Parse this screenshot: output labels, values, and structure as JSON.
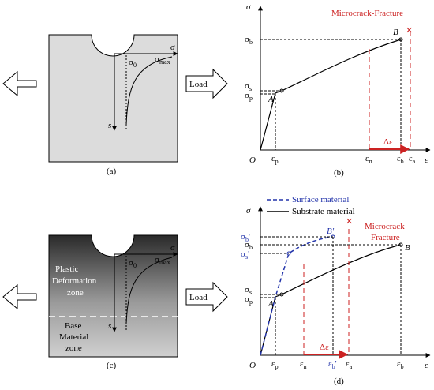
{
  "panels": {
    "a": {
      "caption": "(a)",
      "load_label": "Load",
      "sigma": "σ",
      "sigma0": "σ",
      "sigma0_sub": "0",
      "sigmamax": "σ",
      "sigmamax_sub": "max",
      "s": "s"
    },
    "b": {
      "caption": "(b)",
      "y_axis": "σ",
      "x_axis": "ε",
      "origin": "O",
      "title_red": "Microcrack-Fracture",
      "point_A": "A",
      "point_B": "B",
      "sigma_b": "σ",
      "sigma_b_sub": "b",
      "sigma_s": "σ",
      "sigma_s_sub": "s",
      "sigma_p": "σ",
      "sigma_p_sub": "p",
      "eps_p": "ε",
      "eps_p_sub": "p",
      "eps_n": "ε",
      "eps_n_sub": "n",
      "eps_b": "ε",
      "eps_b_sub": "b",
      "eps_a": "ε",
      "eps_a_sub": "a",
      "delta_eps": "Δε"
    },
    "c": {
      "caption": "(c)",
      "load_label": "Load",
      "plastic_line1": "Plastic",
      "plastic_line2": "Deformation",
      "plastic_line3": "zone",
      "base_line1": "Base",
      "base_line2": "Material",
      "base_line3": "zone",
      "sigma": "σ",
      "sigma0": "σ",
      "sigma0_sub": "0",
      "sigmamax": "σ",
      "sigmamax_sub": "max",
      "s": "s"
    },
    "d": {
      "caption": "(d)",
      "y_axis": "σ",
      "x_axis": "ε",
      "origin": "O",
      "legend_surface": "Surface material",
      "legend_substrate": "Substrate material",
      "title_red_1": "Microcrack-",
      "title_red_2": "Fracture",
      "point_A": "A",
      "point_B": "B",
      "point_Bp": "B'",
      "sigma_bp": "σ",
      "sigma_bp_sub": "b",
      "sigma_bp_mark": "'",
      "sigma_b": "σ",
      "sigma_b_sub": "b",
      "sigma_sp": "σ",
      "sigma_sp_sub": "s",
      "sigma_sp_mark": "'",
      "sigma_s": "σ",
      "sigma_s_sub": "s",
      "sigma_p": "σ",
      "sigma_p_sub": "p",
      "eps_p": "ε",
      "eps_p_sub": "p",
      "eps_n": "ε",
      "eps_n_sub": "n",
      "eps_bp": "ε",
      "eps_bp_sub": "b",
      "eps_bp_mark": "'",
      "eps_a": "ε",
      "eps_a_sub": "a",
      "eps_b": "ε",
      "eps_b_sub": "b",
      "delta_eps": "Δε"
    }
  },
  "colors": {
    "red": "#cc2222",
    "blue": "#2233aa",
    "black": "#000000",
    "specimen_gray": "#dcdcdc"
  }
}
